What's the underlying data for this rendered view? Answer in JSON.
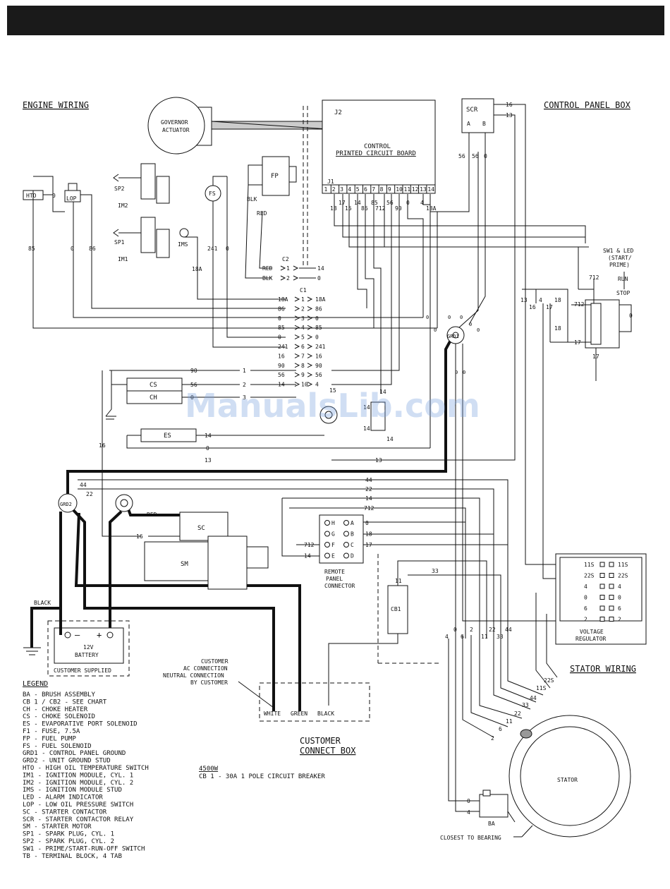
{
  "labels": {
    "engine_wiring": "ENGINE WIRING",
    "control_panel_box": "CONTROL PANEL BOX",
    "stator_wiring": "STATOR WIRING",
    "customer_connect_box": "CUSTOMER CONNECT BOX",
    "customer_connect_box_l1": "CUSTOMER",
    "customer_connect_box_l2": "CONNECT BOX",
    "governor_actuator_l1": "GOVERNOR",
    "governor_actuator_l2": "ACTUATOR",
    "control_l1": "CONTROL",
    "control_l2": "PRINTED CIRCUIT BOARD",
    "j2": "J2",
    "j1": "J1",
    "scr": "SCR",
    "fp": "FP",
    "fs": "FS",
    "hto": "HTO",
    "lop": "LOP",
    "sp1": "SP1",
    "sp2": "SP2",
    "im1": "IM1",
    "im2": "IM2",
    "ims": "IMS",
    "blk": "BLK",
    "red": "RED",
    "c1": "C1",
    "c2": "C2",
    "cs": "CS",
    "ch": "CH",
    "es": "ES",
    "grd1": "GRD1",
    "grd2": "GRD2",
    "sc": "SC",
    "sm": "SM",
    "cb1": "CB1",
    "ba": "BA",
    "stator": "STATOR",
    "voltage_regulator_l1": "VOLTAGE",
    "voltage_regulator_l2": "REGULATOR",
    "remote_panel_l1": "REMOTE",
    "remote_panel_l2": "PANEL",
    "remote_panel_l3": "CONNECTOR",
    "sw1_l1": "SW1 & LED",
    "sw1_l2": "(START/",
    "sw1_l3": "PRIME)",
    "run": "RUN",
    "stop": "STOP",
    "battery_l1": "12V",
    "battery_l2": "BATTERY",
    "customer_supplied": "CUSTOMER SUPPLIED",
    "black": "BLACK",
    "customer_ac_l1": "CUSTOMER",
    "customer_ac_l2": "AC CONNECTION",
    "customer_ac_l3": "NEUTRAL CONNECTION",
    "customer_ac_l4": "BY CUSTOMER",
    "white": "WHITE",
    "green": "GREEN",
    "black2": "BLACK",
    "closest_to_bearing": "CLOSEST TO BEARING",
    "model": "4500W",
    "cb_note": "CB 1 - 30A 1 POLE CIRCUIT BREAKER",
    "watermark": "ManualsLib.com",
    "plus": "+",
    "minus": "–"
  },
  "pcb_pins": [
    "1",
    "2",
    "3",
    "4",
    "5",
    "6",
    "7",
    "8",
    "9",
    "10",
    "11",
    "12",
    "13",
    "14"
  ],
  "pcb_wires": [
    "18",
    "",
    "17",
    "14",
    "86",
    "85",
    "712",
    "56",
    "90",
    "0",
    "",
    "4",
    "18A",
    ""
  ],
  "c1_rows": [
    {
      "l": "18A",
      "n": "1",
      "r": "18A"
    },
    {
      "l": "86",
      "n": "2",
      "r": "86"
    },
    {
      "l": "0",
      "n": "3",
      "r": "0"
    },
    {
      "l": "85",
      "n": "4",
      "r": "85"
    },
    {
      "l": "0",
      "n": "5",
      "r": "0"
    },
    {
      "l": "241",
      "n": "6",
      "r": "241"
    },
    {
      "l": "16",
      "n": "7",
      "r": "16"
    },
    {
      "l": "90",
      "n": "8",
      "r": "90"
    },
    {
      "l": "56",
      "n": "9",
      "r": "56"
    },
    {
      "l": "14",
      "n": "10",
      "r": "4"
    }
  ],
  "c2_rows": [
    {
      "l": "RED",
      "n": "1",
      "r": "14"
    },
    {
      "l": "BLK",
      "n": "2",
      "r": "0"
    }
  ],
  "remote_pins": [
    {
      "a": "H",
      "b": "A",
      "w": "0"
    },
    {
      "a": "G",
      "b": "B",
      "w": "18"
    },
    {
      "a": "F",
      "b": "C",
      "w": "17"
    },
    {
      "a": "E",
      "b": "D",
      "w": ""
    }
  ],
  "remote_left": [
    "",
    "",
    "712",
    "14"
  ],
  "vr_rows": [
    {
      "l": "11S",
      "r": "11S"
    },
    {
      "l": "22S",
      "r": "22S"
    },
    {
      "l": "4",
      "r": "4"
    },
    {
      "l": "0",
      "r": "0"
    },
    {
      "l": "6",
      "r": "6"
    },
    {
      "l": "2",
      "r": "2"
    }
  ],
  "wire_nums": {
    "w85": "85",
    "w0": "0",
    "w86": "86",
    "w241": "241",
    "w18a": "18A",
    "w16": "16",
    "w13": "13",
    "w44": "44",
    "w22": "22",
    "w14": "14",
    "w712": "712",
    "w33": "33",
    "w11": "11",
    "w17": "17",
    "w18": "18",
    "w90": "90",
    "w56": "56",
    "w4": "4",
    "w6": "6",
    "w2": "2",
    "w15": "15",
    "w22s": "22S",
    "w11s": "11S"
  },
  "legend": {
    "title": "LEGEND",
    "items": [
      "BA - BRUSH ASSEMBLY",
      "CB 1 / CB2 - SEE CHART",
      "CH - CHOKE HEATER",
      "CS - CHOKE SOLENOID",
      "ES - EVAPORATIVE PORT SOLENOID",
      "F1 - FUSE, 7.5A",
      "FP - FUEL PUMP",
      "FS - FUEL SOLENOID",
      "GRD1 - CONTROL PANEL GROUND",
      "GRD2 - UNIT GROUND STUD",
      "HTO - HIGH OIL TEMPERATURE SWITCH",
      "IM1 - IGNITION MODULE, CYL. 1",
      "IM2 - IGNITION MODULE, CYL. 2",
      "IMS - IGNITION MODULE STUD",
      "LED - ALARM INDICATOR",
      "LOP - LOW OIL PRESSURE SWITCH",
      "SC - STARTER CONTACTOR",
      "SCR - STARTER CONTACTOR RELAY",
      "SM - STARTER MOTOR",
      "SP1 - SPARK PLUG, CYL. 1",
      "SP2 - SPARK PLUG, CYL. 2",
      "SW1 - PRIME/START-RUN-OFF SWITCH",
      "TB - TERMINAL BLOCK, 4 TAB"
    ]
  }
}
